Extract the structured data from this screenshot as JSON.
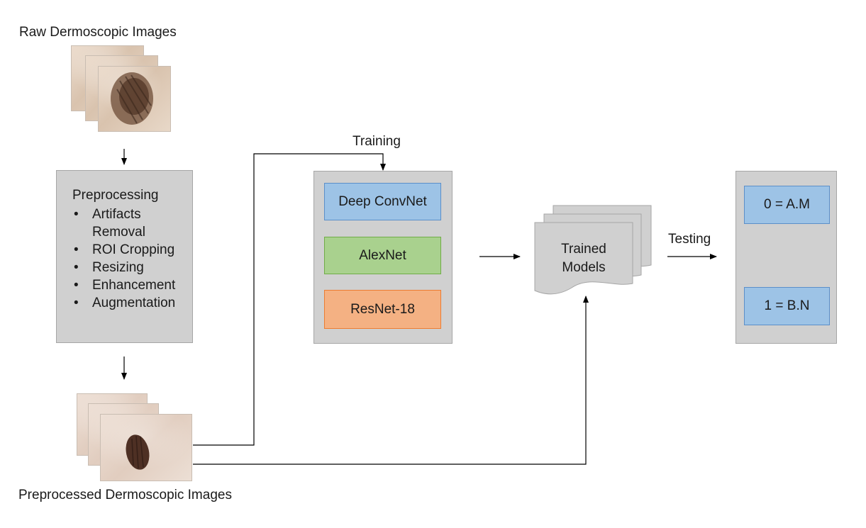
{
  "labels": {
    "raw_images": "Raw Dermoscopic Images",
    "preprocessed_images": "Preprocessed Dermoscopic Images",
    "training": "Training",
    "testing": "Testing"
  },
  "preprocessing": {
    "title": "Preprocessing",
    "steps": [
      "Artifacts",
      "Removal",
      "ROI Cropping",
      "Resizing",
      "Enhancement",
      "Augmentation"
    ]
  },
  "models": [
    {
      "label": "Deep ConvNet",
      "fill": "#9dc3e6",
      "border": "#5b8fc9"
    },
    {
      "label": "AlexNet",
      "fill": "#a9d18e",
      "border": "#70ad47"
    },
    {
      "label": "ResNet-18",
      "fill": "#f4b183",
      "border": "#ed7d31"
    }
  ],
  "trained_models": {
    "line1": "Trained",
    "line2": "Models"
  },
  "outputs": [
    {
      "label": "0 = A.M",
      "fill": "#9dc3e6",
      "border": "#5b8fc9"
    },
    {
      "label": "1 = B.N",
      "fill": "#9dc3e6",
      "border": "#5b8fc9"
    }
  ],
  "colors": {
    "panel": "#d0d0d0",
    "panel_border": "#a6a6a6",
    "arrow": "#000000"
  }
}
